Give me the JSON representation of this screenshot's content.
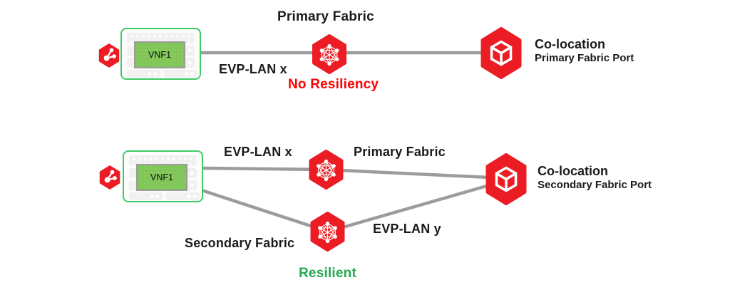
{
  "top_diagram": {
    "fabric_title": "Primary Fabric",
    "vnf_label": "VNF1",
    "link_label": "EVP-LAN x",
    "status": "No Resiliency",
    "colocation_title": "Co-location",
    "colocation_subtitle": "Primary Fabric Port"
  },
  "bottom_diagram": {
    "vnf_label": "VNF1",
    "link_x_label": "EVP-LAN x",
    "primary_fabric_label": "Primary Fabric",
    "secondary_fabric_label": "Secondary Fabric",
    "link_y_label": "EVP-LAN y",
    "status": "Resilient",
    "colocation_title": "Co-location",
    "colocation_subtitle": "Secondary Fabric Port"
  },
  "icons": {
    "vnf_device": "network-share-icon",
    "fabric_node": "mesh-network-icon",
    "colocation_node": "cube-icon"
  },
  "colors": {
    "brand_red": "#eb1c24",
    "status_red": "#fe0000",
    "status_green": "#23a94f",
    "vnf_green": "#84c95b",
    "box_border_green": "#3ecb65",
    "line_gray": "#9c9c9c"
  }
}
